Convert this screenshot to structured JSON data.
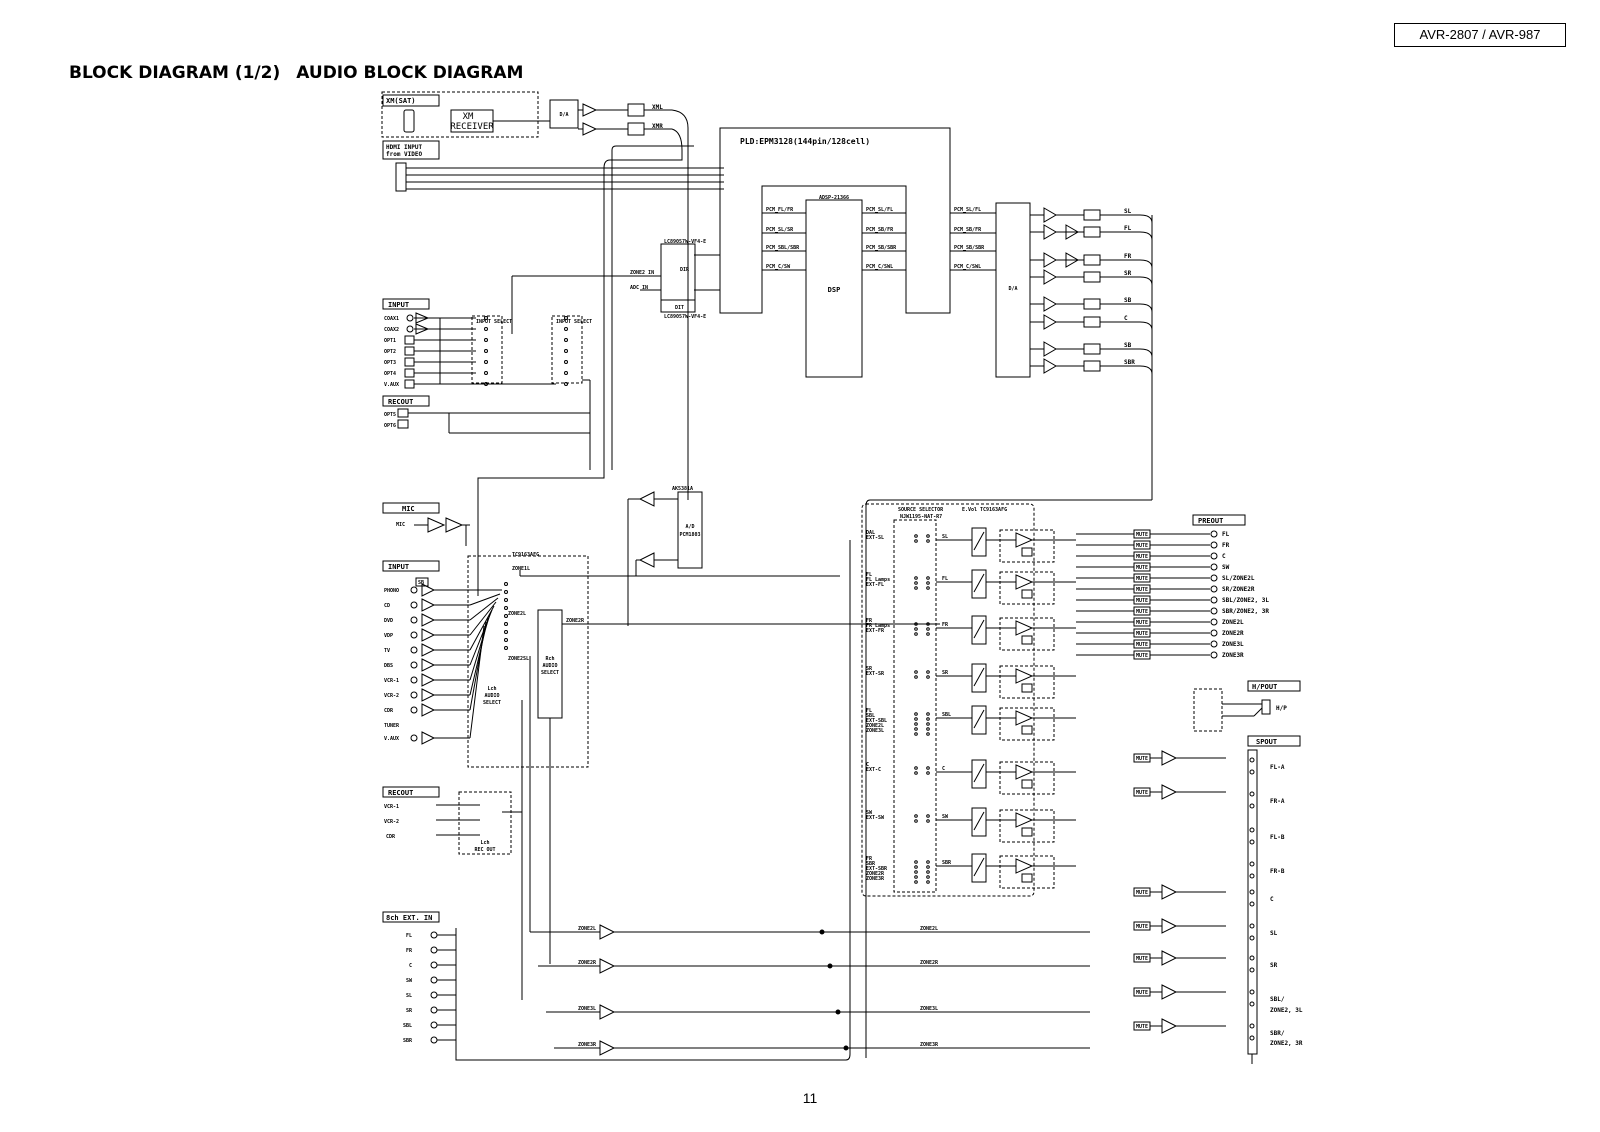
{
  "header": {
    "model": "AVR-2807 / AVR-987"
  },
  "title": {
    "main": "BLOCK DIAGRAM (1/2)",
    "sub": "AUDIO BLOCK DIAGRAM"
  },
  "footer": {
    "page_number": "11"
  },
  "diagram": {
    "xm": {
      "group": "XM(SAT)",
      "receiver_line1": "XM",
      "receiver_line2": "RECEIVER",
      "da": "D/A",
      "out_l": "XML",
      "out_r": "XMR"
    },
    "hdmi": {
      "line1": "HDMI INPUT",
      "line2": "from VIDEO"
    },
    "pld": "PLD:EPM3128(144pin/128cell)",
    "dsp": {
      "chip": "ADSP-21366",
      "label": "DSP",
      "in": [
        "PCM_FL/FR",
        "PCM_SL/SR",
        "PCM_SBL/SBR",
        "PCM_C/SW"
      ],
      "out": [
        "PCM_SL/FL",
        "PCM_SB/FR",
        "PCM_SB/SBR",
        "PCM_C/SWL"
      ]
    },
    "dac": {
      "label": "D/A",
      "pins": [
        "PCM_SL/FL",
        "PCM_SB/FR",
        "PCM_SB/SBR",
        "PCM_C/SWL"
      ]
    },
    "dac_outputs": [
      "SL",
      "FL",
      "FR",
      "SR",
      "SB",
      "C",
      "SB",
      "SBR"
    ],
    "dir": {
      "top": "LC89057W-VF4-E",
      "bottom": "LC89057W-VF4-E",
      "dir": "DIR",
      "dit": "DIT",
      "zone": "ZONE2 IN",
      "adc": "ADC IN"
    },
    "digital_input": {
      "label": "INPUT",
      "selector_left": "INPUT SELECT",
      "selector_right": "INPUT SELECT",
      "ports": [
        "COAX1",
        "COAX2",
        "OPT1",
        "OPT2",
        "OPT3",
        "OPT4",
        "V.AUX"
      ]
    },
    "digital_recout": {
      "label": "RECOUT",
      "ports": [
        "OPT5",
        "OPT6"
      ]
    },
    "mic": {
      "label": "MIC",
      "port": "MIC"
    },
    "adc": {
      "chip": "AK5381A",
      "name": "A/D",
      "part": "PCM1803"
    },
    "analog_input": {
      "label": "INPUT",
      "tuner": "TUNER",
      "sb": "SB",
      "ports": [
        "PHONO",
        "CD",
        "DVD",
        "VDP",
        "TV",
        "DBS",
        "VCR-1",
        "VCR-2",
        "CDR",
        "V.AUX"
      ]
    },
    "analog_select": {
      "title": "TC9163AFG",
      "zone2l": "ZONE2L",
      "zone2r": "ZONE2R",
      "zone2sl": "ZONE2SL",
      "lch1": "Lch",
      "lch2": "AUDIO",
      "lch3": "SELECT",
      "fl": "ZONE1L",
      "rch1": "Rch",
      "rch2": "AUDIO",
      "rch3": "SELECT"
    },
    "analog_recout": {
      "label": "RECOUT",
      "ports": [
        "VCR-1",
        "VCR-2",
        "CDR"
      ],
      "sw1": "Lch",
      "sw2": "REC OUT"
    },
    "ext_in": {
      "label": "8ch EXT. IN",
      "ports": [
        "FL",
        "FR",
        "C",
        "SW",
        "SL",
        "SR",
        "SBL",
        "SBR"
      ]
    },
    "source_selector": {
      "line1": "SOURCE SELECTOR",
      "line2": "NJW1195-NAT-R7",
      "groups": [
        [
          "DAL",
          "EXT-SL"
        ],
        [
          "FL",
          "FL Lamps",
          "EXT-FL"
        ],
        [
          "FR",
          "FR Lamps",
          "EXT-FR"
        ],
        [
          "SR",
          "EXT-SR"
        ],
        [
          "FL",
          "SBL",
          "EXT-SBL",
          "ZONE2L",
          "ZONE3L"
        ],
        [
          "C",
          "EXT-C"
        ],
        [
          "SW",
          "EXT-SW"
        ],
        [
          "FR",
          "SBR",
          "EXT-SBR",
          "ZONE2R",
          "ZONE3R"
        ]
      ]
    },
    "volume": {
      "line1": "E.Vol",
      "line2": "TC9163AFG",
      "channels": [
        "SL",
        "FL",
        "FR",
        "SR",
        "SBL",
        "C",
        "SW",
        "SBR"
      ]
    },
    "preout": {
      "label": "PREOUT",
      "jacks": [
        "FL",
        "FR",
        "C",
        "SW",
        "SL/ZONE2L",
        "SR/ZONE2R",
        "SBL/ZONE2, 3L",
        "SBR/ZONE2, 3R",
        "ZONE2L",
        "ZONE2R",
        "ZONE3L",
        "ZONE3R"
      ]
    },
    "mute": "MUTE",
    "hpout": {
      "label": "H/POUT",
      "jack": "H/P"
    },
    "spout": {
      "label": "SPOUT",
      "terminals": [
        "FL-A",
        "FR-A",
        "FL-B",
        "FR-B",
        "C",
        "SL",
        "SR",
        "SBL/",
        "SBR/"
      ],
      "sub": [
        "ZONE2, 3L",
        "ZONE2, 3R"
      ]
    },
    "zone_amps": {
      "left": [
        "ZONE2L",
        "ZONE2R",
        "ZONE3L",
        "ZONE3R"
      ],
      "right": [
        "ZONE2L",
        "ZONE2R",
        "ZONE3L",
        "ZONE3R"
      ]
    }
  }
}
